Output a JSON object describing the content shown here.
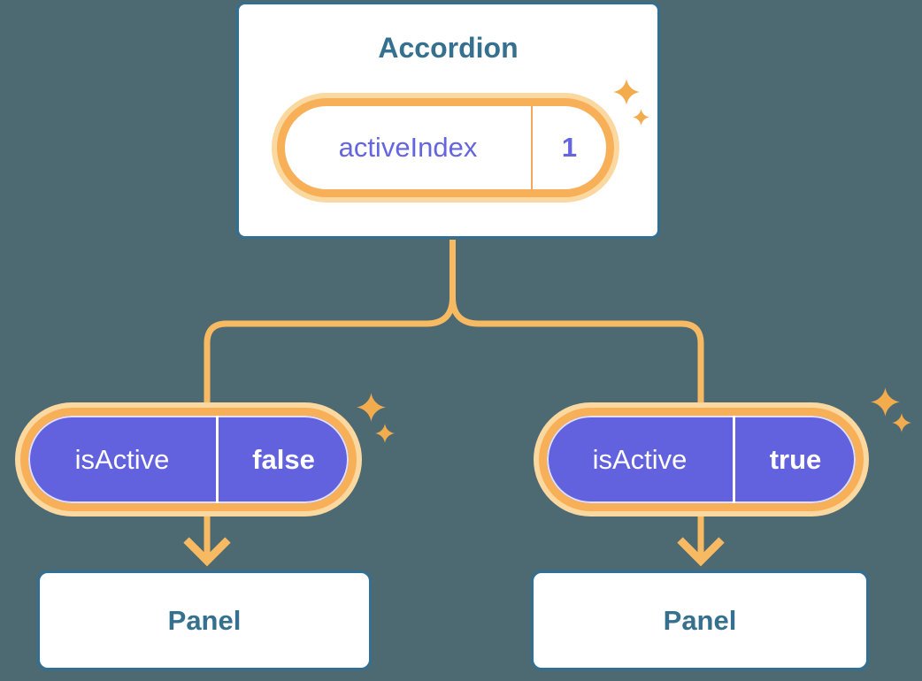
{
  "diagram": {
    "root": {
      "title": "Accordion",
      "state": {
        "label": "activeIndex",
        "value": "1"
      }
    },
    "children": [
      {
        "state": {
          "label": "isActive",
          "value": "false"
        },
        "panel": {
          "title": "Panel"
        }
      },
      {
        "state": {
          "label": "isActive",
          "value": "true"
        },
        "panel": {
          "title": "Panel"
        }
      }
    ]
  },
  "icons": {
    "sparkle": "sparkle-icon",
    "arrow": "arrow-down-icon"
  },
  "colors": {
    "bg": "#4D6972",
    "card-bg": "#FFFFFF",
    "blue-border": "#316F93",
    "blue-text": "#35708E",
    "purple": "#6262DE",
    "purple-text": "#6565E0",
    "orange-line": "#F7BA62",
    "orange-border": "#F7AF58",
    "orange-glow": "#FAD8A0",
    "orange-divider": "#F2A85C",
    "sparkle": "#F2AB4D"
  }
}
